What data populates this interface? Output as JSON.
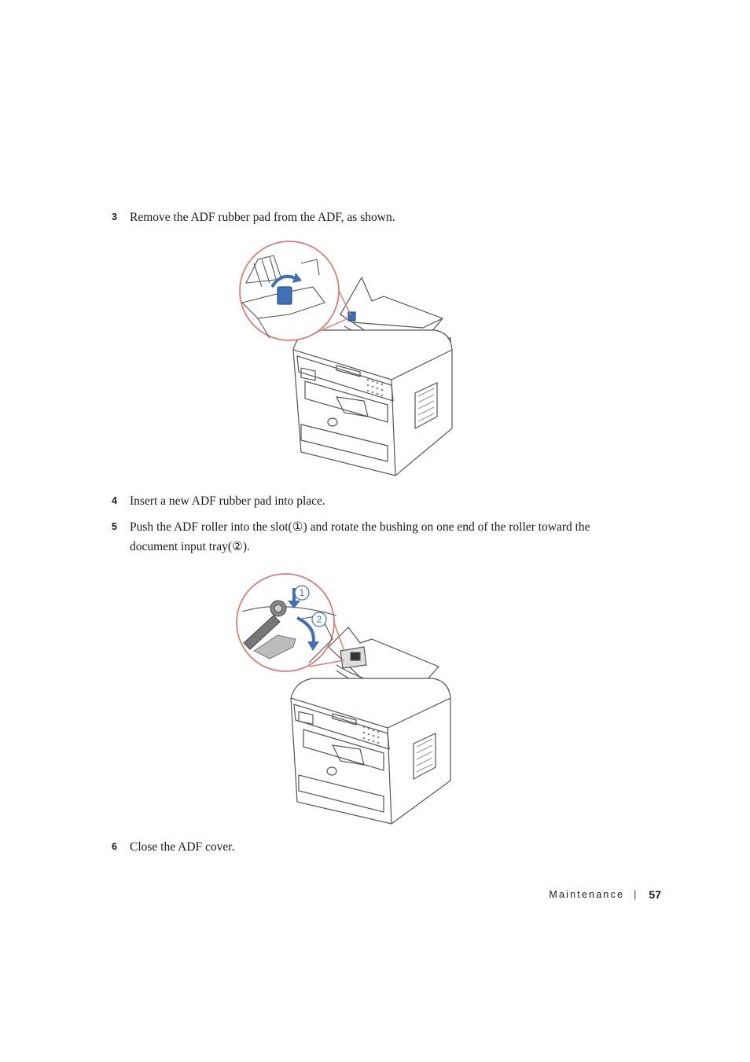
{
  "steps": [
    {
      "num": "3",
      "text": "Remove the ADF rubber pad from the ADF, as shown."
    },
    {
      "num": "4",
      "text": "Insert a new ADF rubber pad into place."
    },
    {
      "num": "5",
      "text": "Push the ADF roller into the slot(①) and rotate the bushing on one end of the roller toward the document input tray(②)."
    },
    {
      "num": "6",
      "text": "Close the ADF cover."
    }
  ],
  "figure2": {
    "callout_1": "1",
    "callout_2": "2"
  },
  "colors": {
    "accent_blue": "#3f6fb5",
    "circle_red": "#e07a78",
    "line": "#555555"
  },
  "footer": {
    "section": "Maintenance",
    "separator": "|",
    "page": "57"
  }
}
